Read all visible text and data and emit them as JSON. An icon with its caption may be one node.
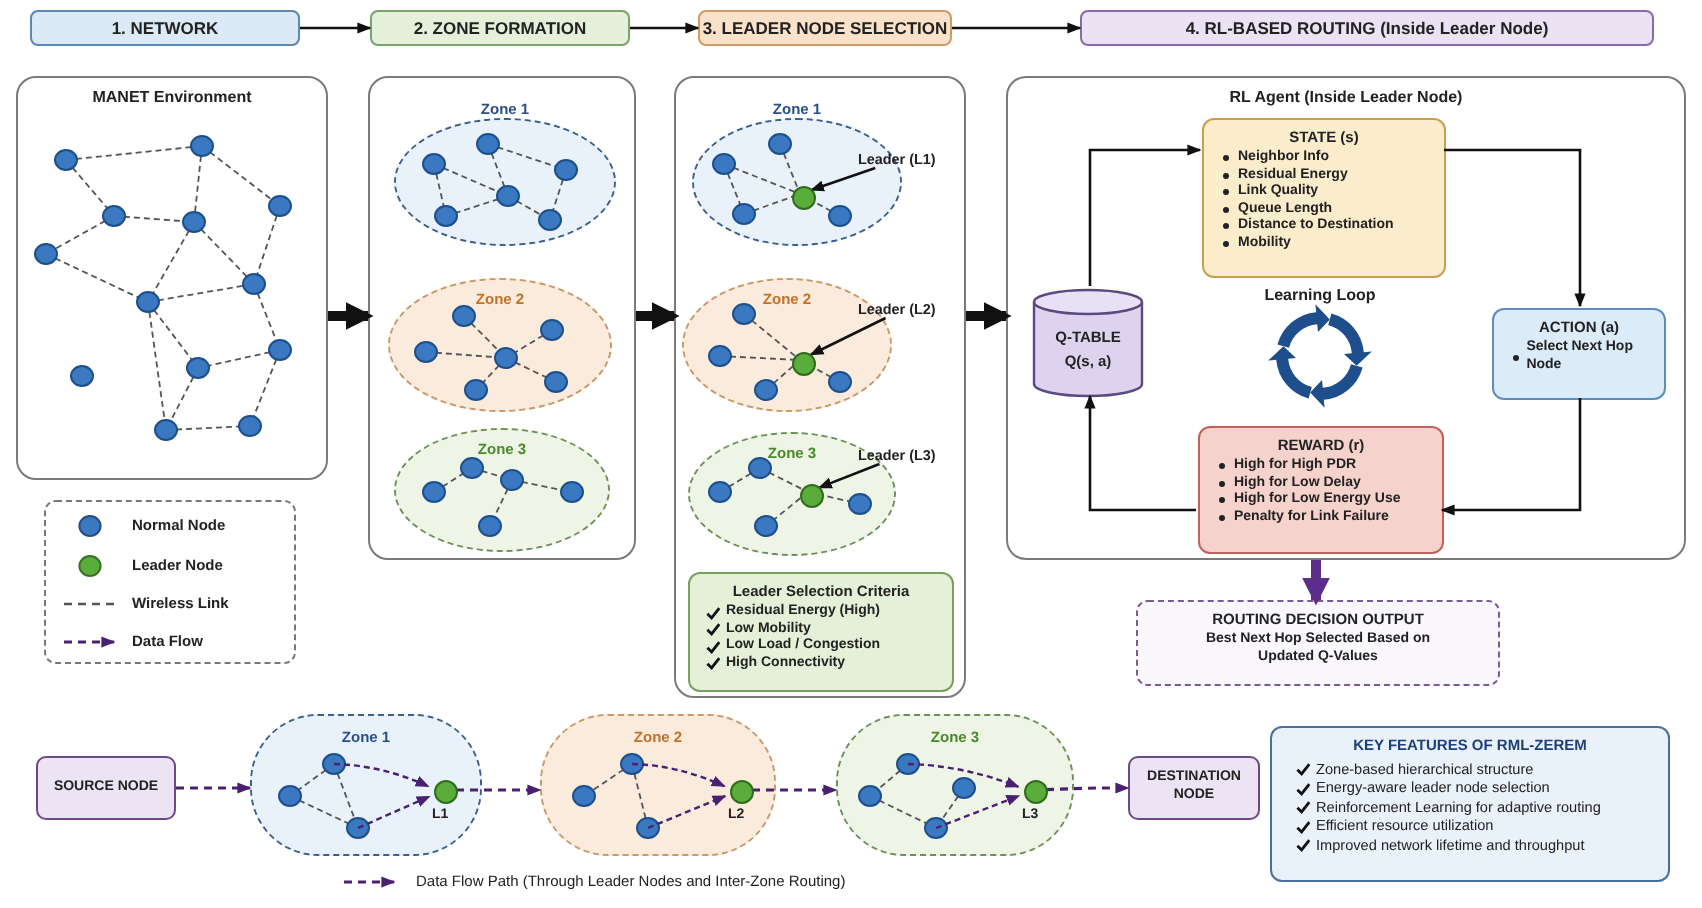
{
  "diagram": {
    "nodes": [
      {
        "text": [
          "1. NETWORK"
        ]
      },
      {
        "text": [
          "2. ZONE FORMATION"
        ]
      },
      {
        "text": [
          "3. LEADER NODE SELECTION"
        ]
      },
      {
        "text": [
          "4. RL-BASED ROUTING (Inside Leader Node)"
        ]
      },
      {
        "text": [
          "MANET Environment"
        ]
      },
      {
        "text": [],
        "shape": "box"
      },
      {
        "text": [
          "Zone 1"
        ],
        "in": 5
      },
      {
        "text": [
          "Zone 2"
        ],
        "in": 5
      },
      {
        "text": [
          "Zone 3"
        ],
        "in": 5
      },
      {
        "text": [],
        "shape": "box"
      },
      {
        "text": [
          "Zone 1"
        ],
        "in": 9
      },
      {
        "text": [],
        "shape": "circle",
        "in": 10
      },
      {
        "text": [
          "Leader (L1)"
        ],
        "in": 9
      },
      {
        "text": [
          "Zone 2"
        ],
        "in": 9
      },
      {
        "text": [],
        "shape": "circle",
        "in": 13
      },
      {
        "text": [
          "Leader (L2)"
        ],
        "in": 9
      },
      {
        "text": [
          "Zone 3"
        ],
        "in": 9
      },
      {
        "text": [],
        "shape": "circle",
        "in": 16
      },
      {
        "text": [
          "Leader (L3)"
        ],
        "in": 9
      },
      {
        "text": [
          "Leader Selection Criteria",
          "Residual Energy (High)",
          "Low Mobility",
          "Low Load / Congestion",
          "High Connectivity"
        ],
        "in": 9
      },
      {
        "text": [
          "RL Agent (Inside Leader Node)"
        ]
      },
      {
        "text": [
          "STATE (s)",
          "Neighbor Info",
          "Residual Energy",
          "Link Quality",
          "Queue Length",
          "Distance to Destination",
          "Mobility"
        ],
        "in": 20
      },
      {
        "text": [
          "Q-TABLE",
          "Q(s, a)"
        ],
        "in": 20
      },
      {
        "text": [
          "ACTION (a)",
          "Select Next Hop Node"
        ],
        "in": 20
      },
      {
        "text": [
          "REWARD (r)",
          "High for High PDR",
          "High for Low Delay",
          "High for Low Energy Use",
          "Penalty for Link Failure"
        ],
        "in": 20
      },
      {
        "text": [
          "ROUTING DECISION OUTPUT",
          "Best Next Hop Selected Based on Updated Q-Values"
        ]
      },
      {
        "text": [
          "SOURCE NODE"
        ]
      },
      {
        "text": [
          "Zone 1"
        ]
      },
      {
        "text": [],
        "shape": "circle",
        "in": 27,
        "beside": [
          "L1"
        ]
      },
      {
        "text": [
          "Zone 2"
        ]
      },
      {
        "text": [],
        "shape": "circle",
        "in": 29,
        "beside": [
          "L2"
        ]
      },
      {
        "text": [
          "Zone 3"
        ]
      },
      {
        "text": [],
        "shape": "circle",
        "in": 31,
        "beside": [
          "L3"
        ]
      },
      {
        "text": [
          "DESTINATION NODE"
        ]
      },
      {
        "text": [
          "KEY FEATURES OF RML-ZEREM",
          "Zone-based hierarchical structure",
          "Energy-aware leader node selection",
          "Reinforcement Learning for adaptive routing",
          "Efficient resource utilization",
          "Improved network lifetime and throughput"
        ]
      }
    ],
    "edges": [
      {
        "from": 0,
        "to": 1,
        "arrow": "to"
      },
      {
        "from": 1,
        "to": 2,
        "arrow": "to"
      },
      {
        "from": 2,
        "to": 3,
        "arrow": "to"
      },
      {
        "from": 4,
        "to": 5,
        "arrow": "to",
        "style": "thick"
      },
      {
        "from": 5,
        "to": 9,
        "arrow": "to",
        "style": "thick"
      },
      {
        "from": 9,
        "to": 20,
        "arrow": "to",
        "style": "thick"
      },
      {
        "from": 12,
        "to": 11,
        "arrow": "to"
      },
      {
        "from": 15,
        "to": 14,
        "arrow": "to"
      },
      {
        "from": 18,
        "to": 17,
        "arrow": "to"
      },
      {
        "from": 21,
        "to": 23,
        "arrow": "to"
      },
      {
        "from": 23,
        "to": 24,
        "arrow": "to"
      },
      {
        "from": 24,
        "to": 22,
        "arrow": "to"
      },
      {
        "from": 22,
        "to": 21,
        "arrow": "to"
      },
      {
        "from": 20,
        "to": 25,
        "arrow": "to",
        "style": "thick",
        "color": "#5c2d8a"
      },
      {
        "from": 26,
        "to": 27,
        "arrow": "to",
        "style": "dashed",
        "color": "#4a2170"
      },
      {
        "from": 28,
        "to": 29,
        "arrow": "to",
        "style": "dashed",
        "color": "#4a2170"
      },
      {
        "from": 30,
        "to": 31,
        "arrow": "to",
        "style": "dashed",
        "color": "#4a2170"
      },
      {
        "from": 32,
        "to": 33,
        "arrow": "to",
        "style": "dashed",
        "color": "#4a2170"
      }
    ],
    "labels": [
      "Learning Loop"
    ],
    "legend": [
      {
        "text": "Normal Node",
        "color": "#3a78c2"
      },
      {
        "text": "Leader Node",
        "color": "#5aad3a"
      },
      {
        "text": "Wireless Link"
      },
      {
        "text": "Data Flow"
      },
      {
        "text": "Data Flow Path (Through Leader Nodes and Inter-Zone Routing)"
      }
    ]
  }
}
